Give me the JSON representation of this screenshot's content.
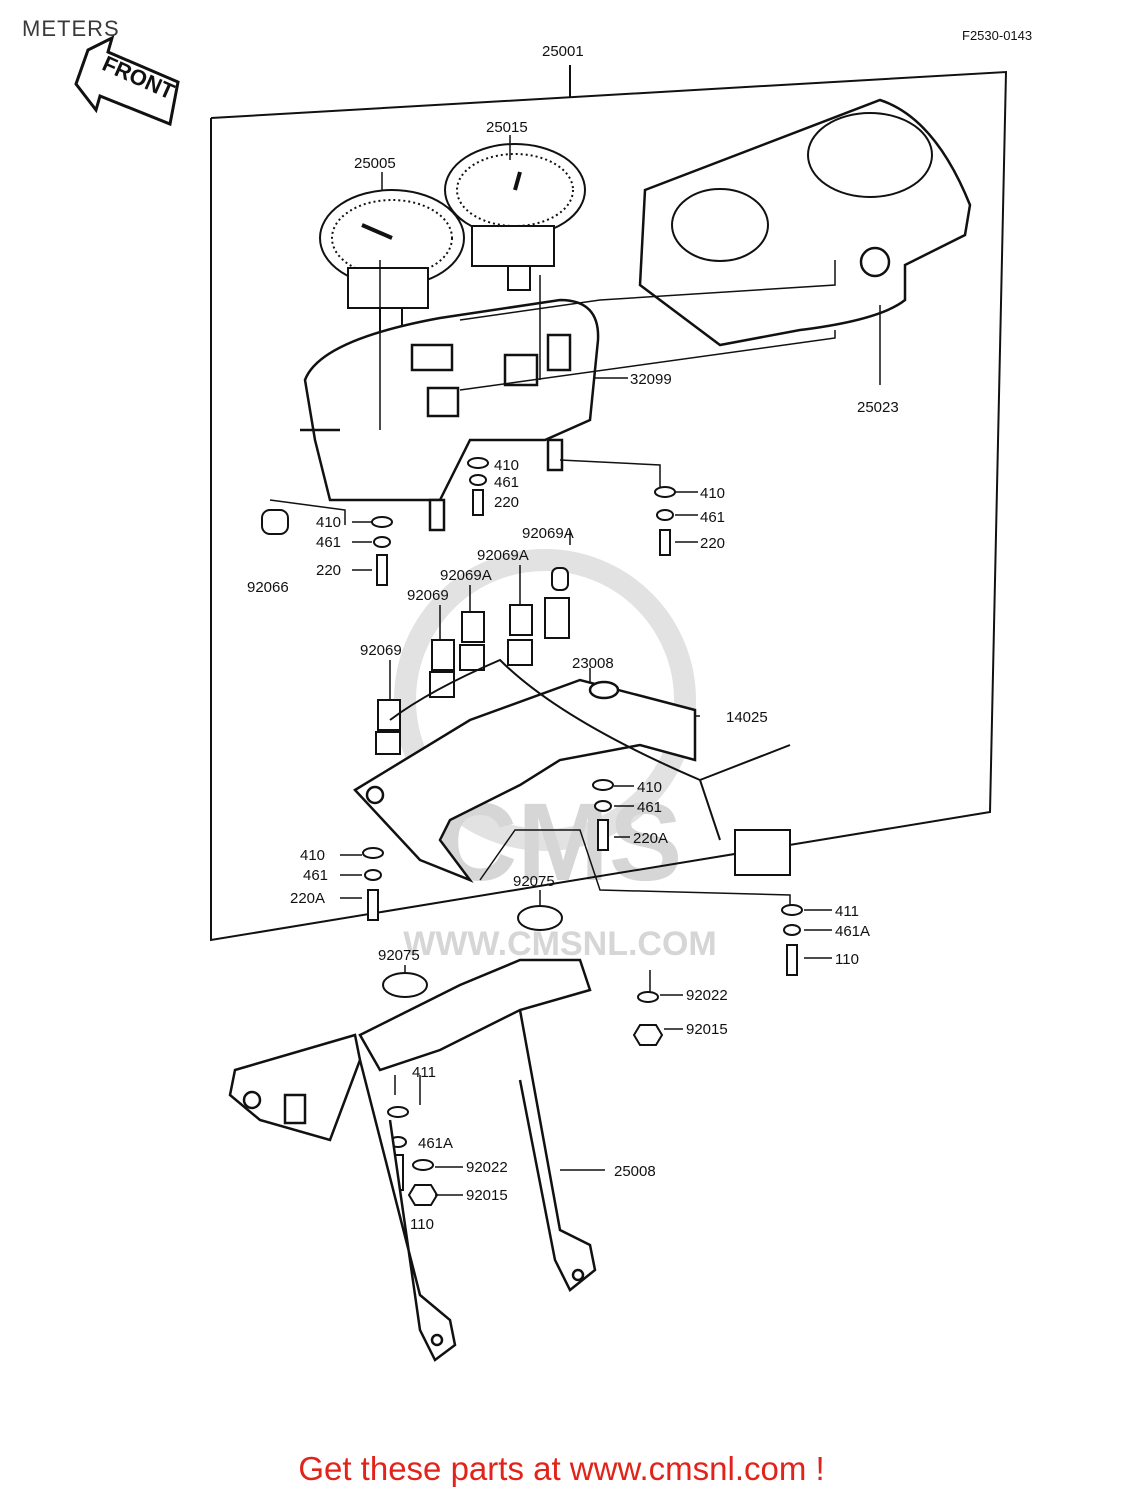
{
  "header": {
    "title": "METERS",
    "diagram_code": "F2530-0143",
    "front_arrow_label": "FRONT"
  },
  "watermark": {
    "logo_text": "CMS",
    "url_text": "WWW.CMSNL.COM"
  },
  "parts": {
    "assembly": "25001",
    "speedometer": "25015",
    "tachometer": "25005",
    "cover": "25023",
    "case": "32099",
    "upper_washer_a": "410",
    "upper_spring_a": "461",
    "upper_bolt_a": "220",
    "upper_washer_b": "410",
    "upper_spring_b": "461",
    "upper_bolt_b": "220",
    "left_washer": "410",
    "left_spring": "461",
    "left_bolt": "220",
    "damper": "92066",
    "bulb_a1": "92069A",
    "bulb_a2": "92069A",
    "bulb_a3": "92069A",
    "bulb_1": "92069",
    "bulb_2": "92069",
    "harness": "23008",
    "bracket_plate": "14025",
    "mid_washer": "410",
    "mid_spring": "461",
    "mid_bolt": "220A",
    "low_washer": "410",
    "low_spring": "461",
    "low_bolt": "220A",
    "damper_right": "92075",
    "damper_left": "92075",
    "right_washer": "411",
    "right_spring": "461A",
    "right_bolt": "110",
    "right_collar": "92022",
    "right_nut": "92015",
    "stay_washer": "411",
    "stay_spring": "461A",
    "stay_collar": "92022",
    "stay_nut": "92015",
    "stay_bolt": "110",
    "stay": "25008"
  },
  "footer": {
    "cta": "Get these parts at www.cmsnl.com !"
  },
  "colors": {
    "ink": "#111111",
    "cta": "#e2231a",
    "watermark": "#d6d6d6"
  }
}
